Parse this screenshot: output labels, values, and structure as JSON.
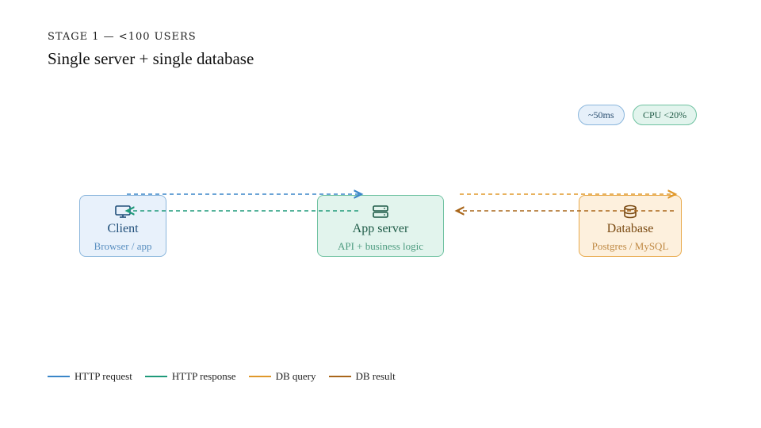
{
  "header": {
    "stage": "STAGE 1 — <100 USERS",
    "title": "Single server + single database"
  },
  "badges": {
    "latency": "~50ms",
    "cpu": "CPU <20%"
  },
  "nodes": {
    "client": {
      "title": "Client",
      "subtitle": "Browser / app",
      "icon": "monitor-icon"
    },
    "app": {
      "title": "App server",
      "subtitle": "API + business logic",
      "icon": "server-icon"
    },
    "database": {
      "title": "Database",
      "subtitle": "Postgres / MySQL",
      "icon": "database-icon"
    }
  },
  "legend": [
    {
      "label": "HTTP request",
      "color": "#3a86c8"
    },
    {
      "label": "HTTP response",
      "color": "#1f9a7a"
    },
    {
      "label": "DB query",
      "color": "#e0982a"
    },
    {
      "label": "DB result",
      "color": "#a9661a"
    }
  ],
  "colors": {
    "http_request": "#3a86c8",
    "http_response": "#1f9a7a",
    "db_query": "#e0982a",
    "db_result": "#a9661a"
  }
}
